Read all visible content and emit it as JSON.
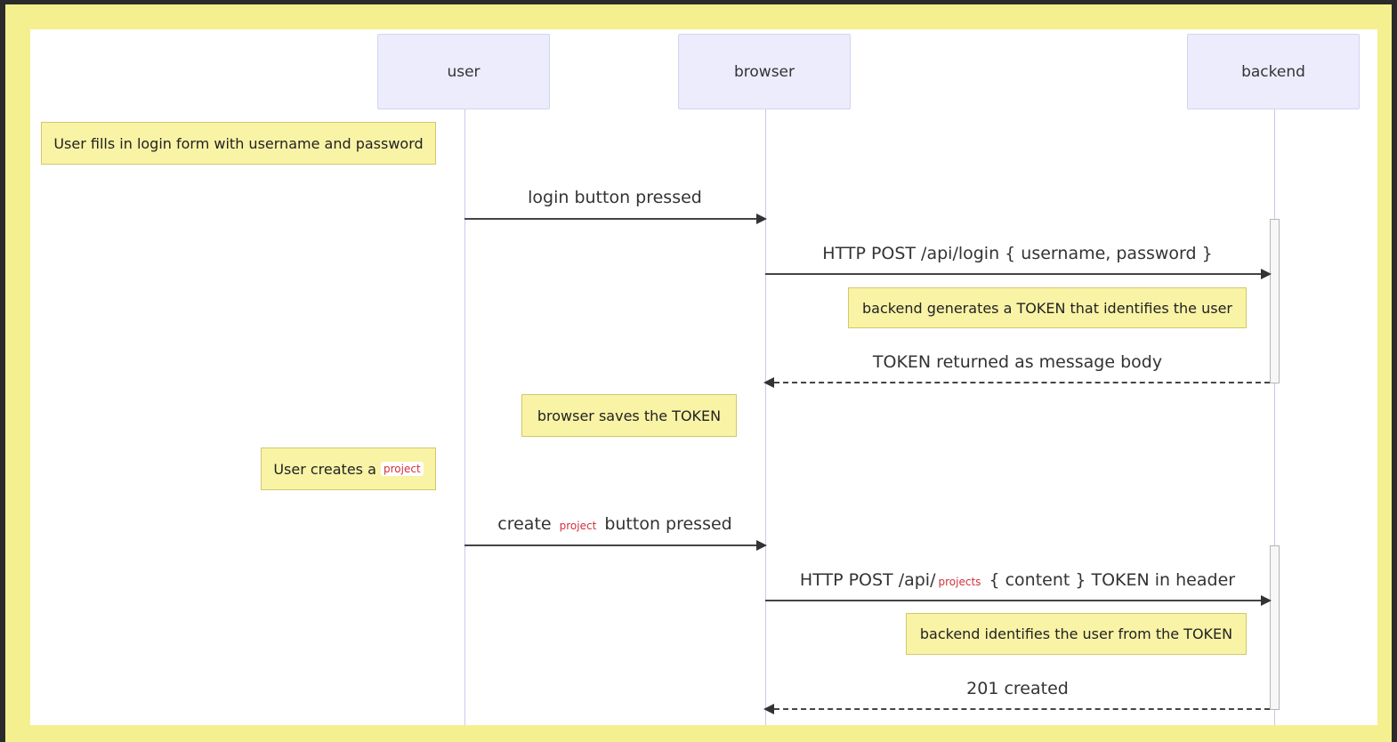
{
  "participants": [
    "user",
    "browser",
    "backend"
  ],
  "notes": {
    "n1": "User fills in login form with username and password",
    "n2": "backend generates a TOKEN that identifies the user",
    "n3": "browser saves the TOKEN",
    "n4_pre": "User creates a",
    "n4_code": "project",
    "n5": "backend identifies the user from the TOKEN"
  },
  "messages": {
    "m1": "login button pressed",
    "m2": "HTTP POST /api/login { username, password }",
    "m3": "TOKEN returned as message body",
    "m4_pre": "create",
    "m4_code": "project",
    "m4_post": "button pressed",
    "m5_pre": "HTTP POST /api/",
    "m5_code": "projects",
    "m5_post": "{ content } TOKEN in header",
    "m6": "201 created"
  }
}
